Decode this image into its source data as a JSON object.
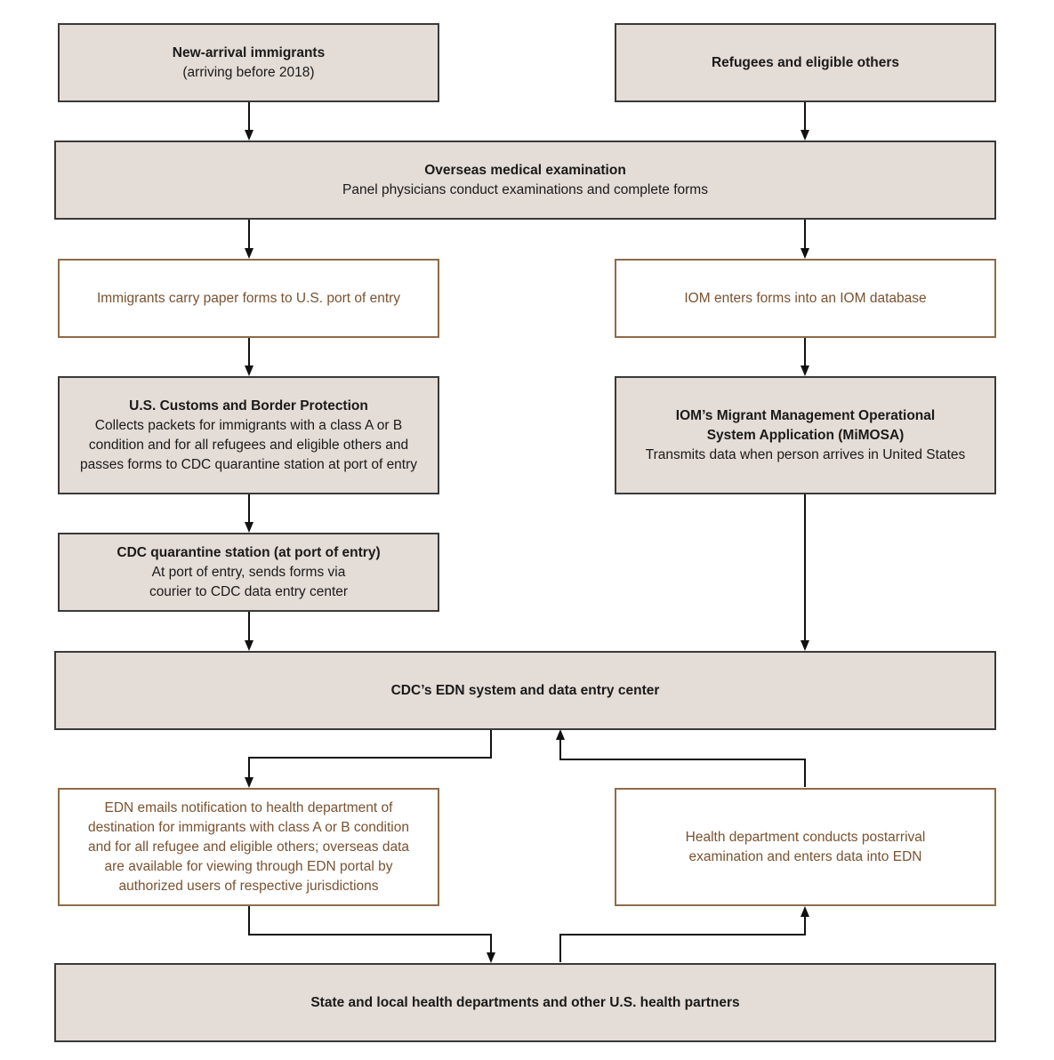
{
  "boxes": {
    "new_arrival": {
      "title": "New-arrival immigrants",
      "sub": "(arriving before 2018)"
    },
    "refugees": {
      "title": "Refugees and eligible others"
    },
    "overseas": {
      "title": "Overseas medical examination",
      "sub": "Panel physicians conduct examinations and complete forms"
    },
    "paper_forms": {
      "text": "Immigrants carry paper forms to U.S. port of entry"
    },
    "iom_enters": {
      "text": "IOM enters forms into an IOM database"
    },
    "cbp": {
      "title": "U.S. Customs and Border Protection",
      "lines": [
        "Collects packets for immigrants with a class A or B",
        "condition and for all refugees and eligible others and",
        "passes forms to CDC quarantine station at port of entry"
      ]
    },
    "mimosa": {
      "title_lines": [
        "IOM’s Migrant Management Operational",
        "System Application (MiMOSA)"
      ],
      "sub": "Transmits data when person arrives in United States"
    },
    "quarantine": {
      "title": "CDC quarantine station (at port of entry)",
      "lines": [
        "At port of entry, sends forms via",
        "courier to CDC data entry center"
      ]
    },
    "edn": {
      "title": "CDC’s EDN system and data entry center"
    },
    "edn_emails": {
      "lines": [
        "EDN emails notification to health department of",
        "destination for immigrants with class A or B condition",
        "and for all refugee and eligible others; overseas data",
        "are available for viewing through EDN portal by",
        "authorized users of respective jurisdictions"
      ]
    },
    "health_dept": {
      "lines": [
        "Health department conducts postarrival",
        "examination and enters data into EDN"
      ]
    },
    "state_local": {
      "title": "State and local health departments and other U.S. health partners"
    }
  }
}
